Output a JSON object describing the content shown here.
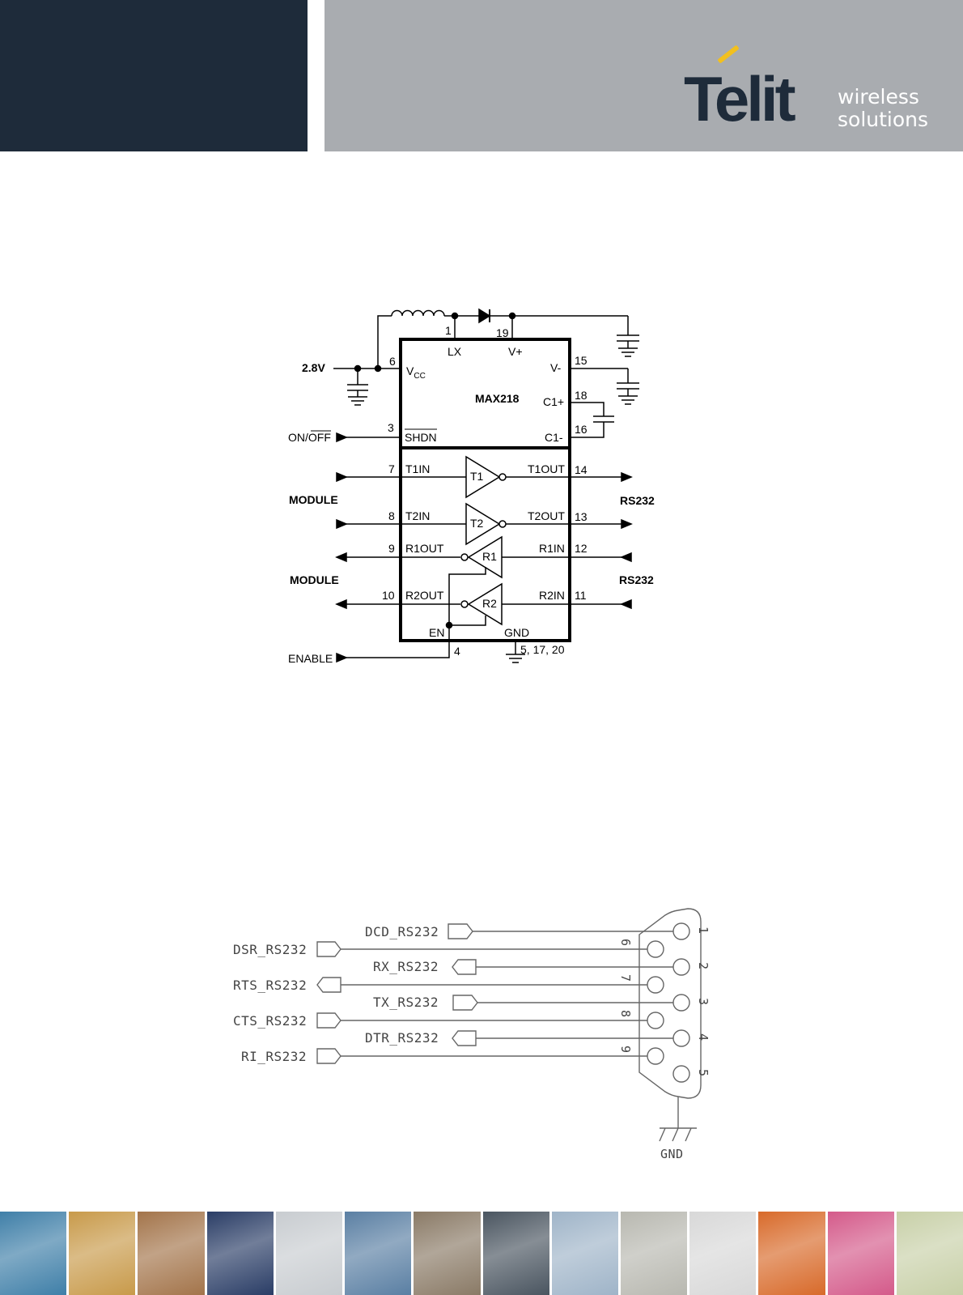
{
  "header": {
    "logo_text": "Telit",
    "tagline_line1": "wireless",
    "tagline_line2": "solutions",
    "colors": {
      "dark": "#1e2b3a",
      "grey": "#a9acb0",
      "accent": "#f2c01e"
    }
  },
  "max218": {
    "chip": "MAX218",
    "supply": "2.8V",
    "on_off": "ON/OFF",
    "enable": "ENABLE",
    "module1": "MODULE",
    "module2": "MODULE",
    "rs232_1": "RS232",
    "rs232_2": "RS232",
    "pins": {
      "lx_num": "1",
      "lx": "LX",
      "vplus_num": "19",
      "vplus": "V+",
      "vcc_num": "6",
      "vcc": "V",
      "vcc_sub": "CC",
      "vminus_num": "15",
      "vminus": "V-",
      "c1p_num": "18",
      "c1p": "C1+",
      "c1m_num": "16",
      "c1m": "C1-",
      "shdn_num": "3",
      "shdn": "SHDN",
      "t1in_num": "7",
      "t1in": "T1IN",
      "t1out": "T1OUT",
      "t1out_num": "14",
      "t2in_num": "8",
      "t2in": "T2IN",
      "t2out": "T2OUT",
      "t2out_num": "13",
      "r1out_num": "9",
      "r1out": "R1OUT",
      "r1in": "R1IN",
      "r1in_num": "12",
      "r2out_num": "10",
      "r2out": "R2OUT",
      "r2in": "R2IN",
      "r2in_num": "11",
      "en": "EN",
      "en_num": "4",
      "gnd": "GND",
      "gnd_nums": "5, 17, 20"
    },
    "gates": {
      "t1": "T1",
      "t2": "T2",
      "r1": "R1",
      "r2": "R2"
    }
  },
  "db9": {
    "signals": {
      "dcd": "DCD_RS232",
      "dsr": "DSR_RS232",
      "rx": "RX_RS232",
      "rts": "RTS_RS232",
      "tx": "TX_RS232",
      "cts": "CTS_RS232",
      "dtr": "DTR_RS232",
      "ri": "RI_RS232"
    },
    "pins_top": [
      "1",
      "2",
      "3",
      "4",
      "5"
    ],
    "pins_bottom": [
      "6",
      "7",
      "8",
      "9"
    ],
    "gnd": "GND"
  },
  "footer_tiles": [
    {
      "name": "photo-highway",
      "color": "#3f7fa8"
    },
    {
      "name": "photo-sos-phone",
      "color": "#c89a4a"
    },
    {
      "name": "photo-containers",
      "color": "#a3744a"
    },
    {
      "name": "photo-led-clock",
      "color": "#2a3d66"
    },
    {
      "name": "photo-keyboard",
      "color": "#c8ccd0"
    },
    {
      "name": "photo-cyclist",
      "color": "#5a7fa3"
    },
    {
      "name": "photo-card",
      "color": "#8a7a66"
    },
    {
      "name": "photo-vending",
      "color": "#4a5560"
    },
    {
      "name": "photo-wind-turbines",
      "color": "#9fb4c8"
    },
    {
      "name": "photo-meter",
      "color": "#b8b8b0"
    },
    {
      "name": "photo-wire",
      "color": "#d8d8d8"
    },
    {
      "name": "photo-train",
      "color": "#d86a2a"
    },
    {
      "name": "photo-pink-stack",
      "color": "#d45a8a"
    },
    {
      "name": "photo-camera",
      "color": "#c8d0a8"
    }
  ]
}
